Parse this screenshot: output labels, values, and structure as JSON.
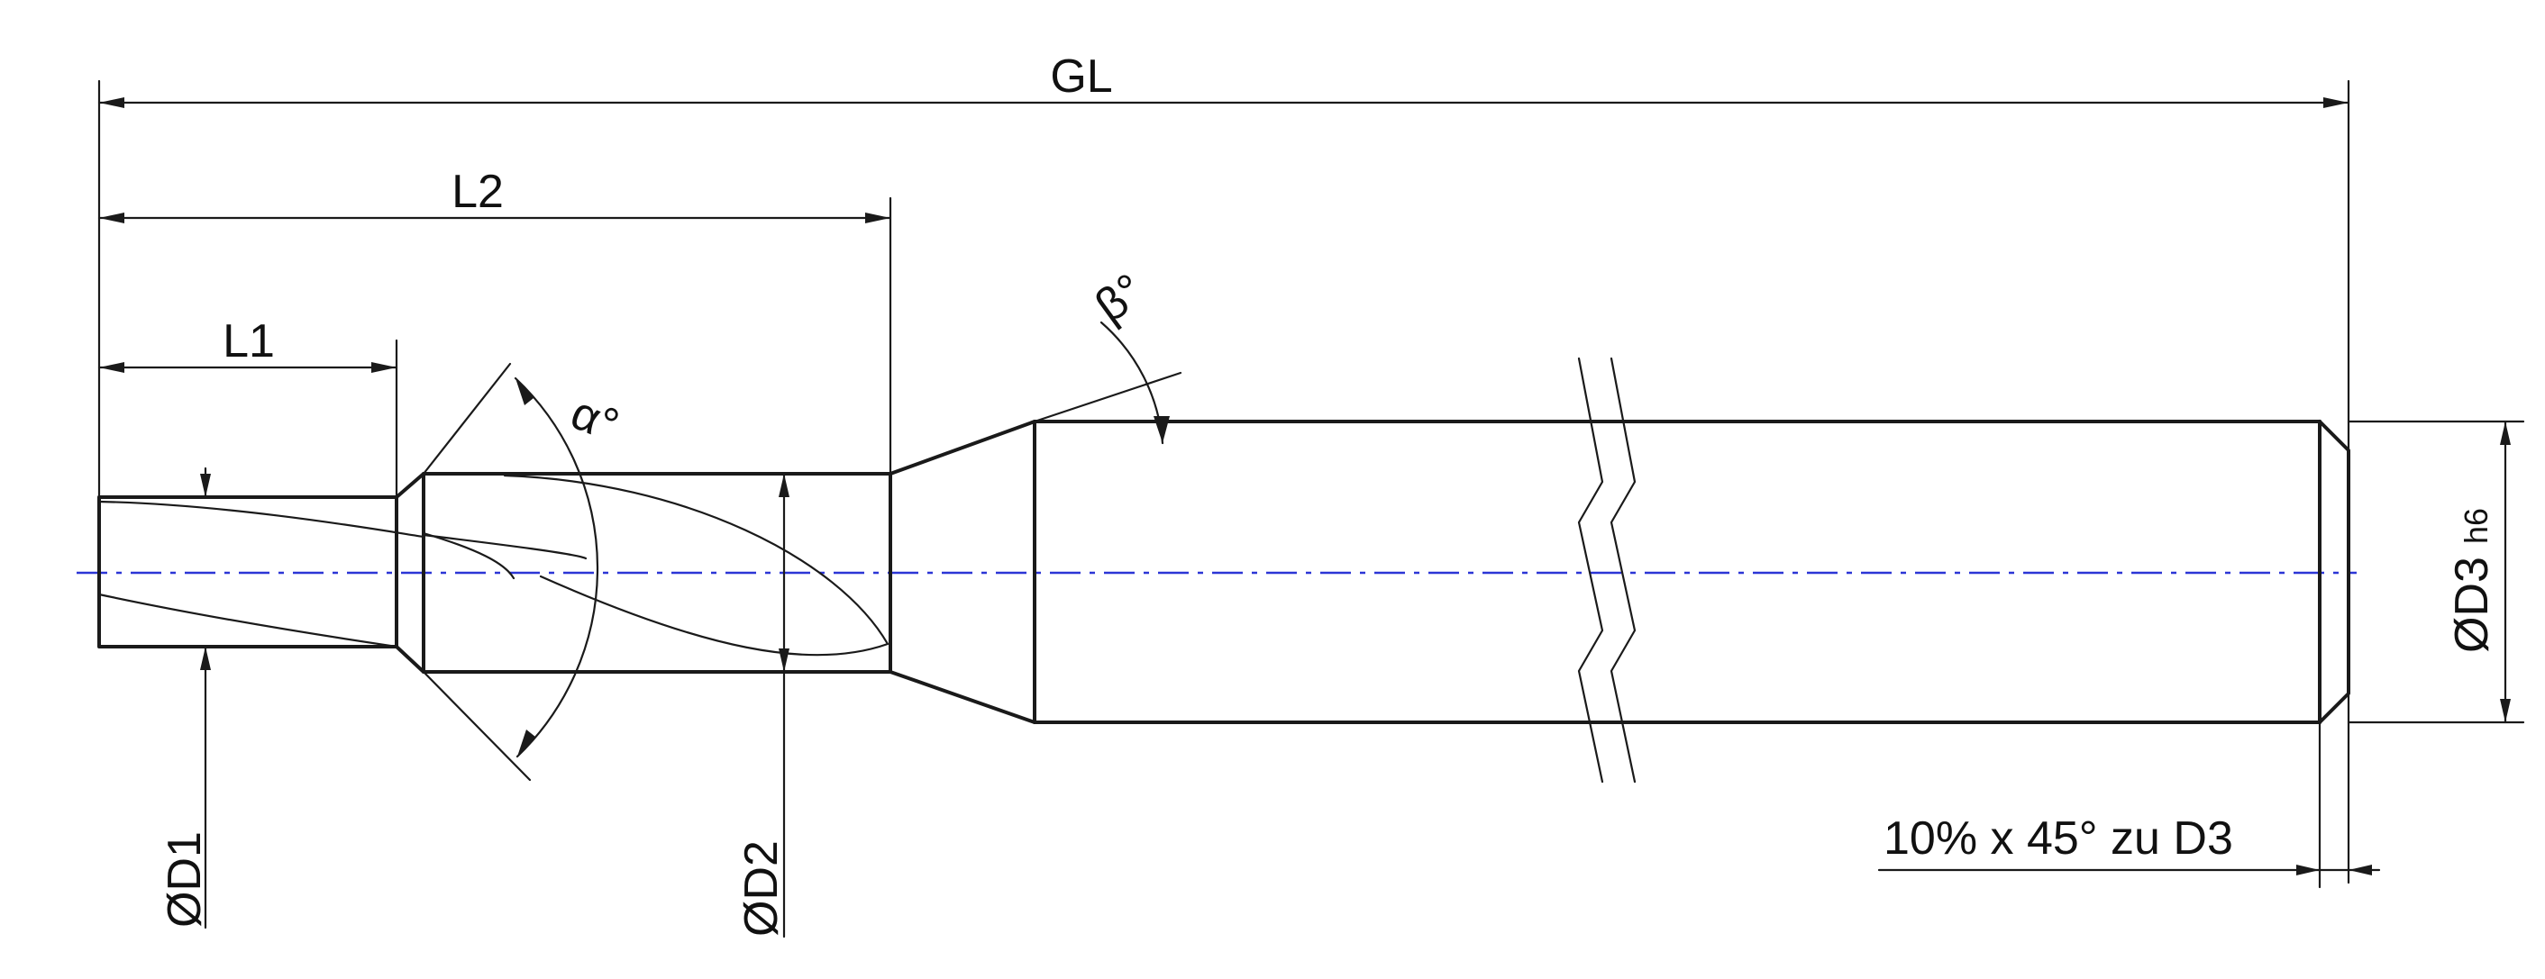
{
  "dimensions": {
    "overall_length": "GL",
    "length_1": "L1",
    "length_2": "L2",
    "diameter_1": "ØD1",
    "diameter_2": "ØD2",
    "diameter_3": "ØD3",
    "diameter_3_tolerance": "h6",
    "angle_alpha": "α°",
    "angle_beta": "β°",
    "chamfer_note": "10% x 45° zu D3"
  },
  "colors": {
    "outline": "#1a1a1a",
    "center_axis": "#2b35d6"
  }
}
